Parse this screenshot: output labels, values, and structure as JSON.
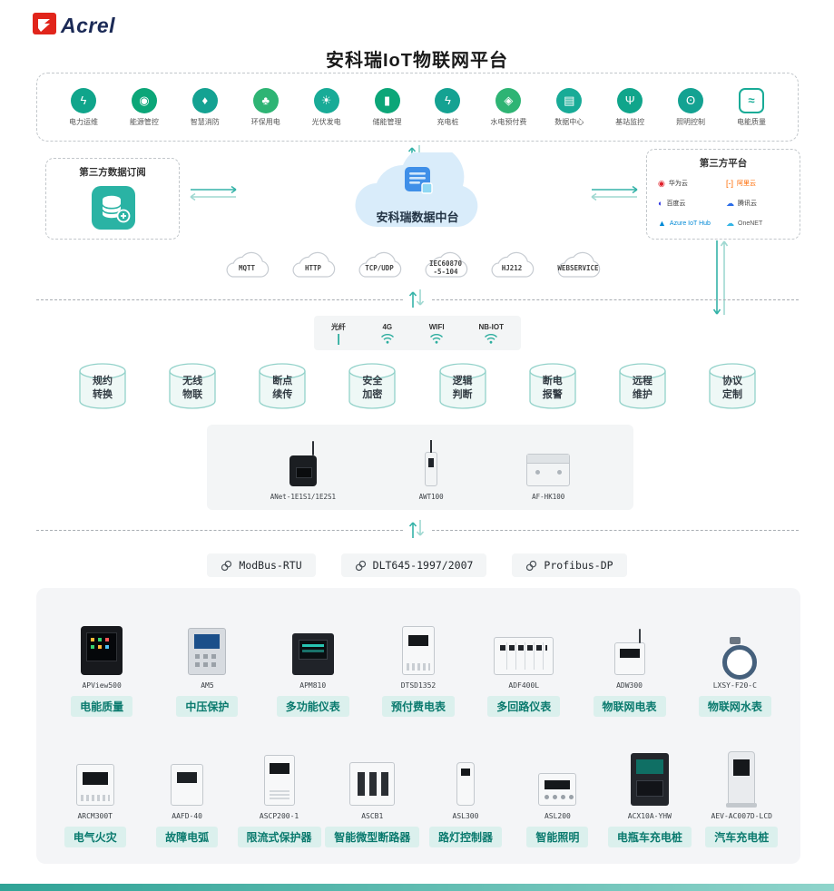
{
  "logo": {
    "text": "Acrel"
  },
  "title": "安科瑞IoT物联网平台",
  "platform_apps": [
    {
      "label": "电力运维",
      "icon": "power-ops-icon",
      "glyph": "ϟ",
      "color": "#10a58b"
    },
    {
      "label": "能源管控",
      "icon": "energy-management-icon",
      "glyph": "◉",
      "color": "#0ca678"
    },
    {
      "label": "智慧消防",
      "icon": "fire-safety-icon",
      "glyph": "♦",
      "color": "#14a292"
    },
    {
      "label": "环保用电",
      "icon": "eco-power-icon",
      "glyph": "♣",
      "color": "#2eb474"
    },
    {
      "label": "光伏发电",
      "icon": "solar-pv-icon",
      "glyph": "☀",
      "color": "#18ab97"
    },
    {
      "label": "储能管理",
      "icon": "energy-storage-icon",
      "glyph": "▮",
      "color": "#0ca678"
    },
    {
      "label": "充电桩",
      "icon": "ev-charging-icon",
      "glyph": "ϟ",
      "color": "#14a292"
    },
    {
      "label": "水电预付费",
      "icon": "prepay-icon",
      "glyph": "◈",
      "color": "#2eb474"
    },
    {
      "label": "数据中心",
      "icon": "data-center-icon",
      "glyph": "▤",
      "color": "#18ab97"
    },
    {
      "label": "基站监控",
      "icon": "base-station-icon",
      "glyph": "Ψ",
      "color": "#10a58b"
    },
    {
      "label": "照明控制",
      "icon": "lighting-control-icon",
      "glyph": "ʘ",
      "color": "#14a292"
    },
    {
      "label": "电能质量",
      "icon": "power-quality-icon",
      "glyph": "≈",
      "color": "#18ab97",
      "shape": "outline"
    }
  ],
  "third_party_subscribe": {
    "title": "第三方数据订阅"
  },
  "data_center_cloud": {
    "label": "安科瑞数据中台"
  },
  "third_party_platform": {
    "title": "第三方平台",
    "providers": [
      {
        "name": "华为云",
        "glyph": "◉",
        "color": "#e0202a",
        "text_color": "#333333"
      },
      {
        "name": "阿里云",
        "glyph": "[-]",
        "color": "#ff6a00",
        "text_color": "#ff6a00"
      },
      {
        "name": "百度云",
        "glyph": "◐",
        "color": "#2932e1",
        "text_color": "#333333"
      },
      {
        "name": "腾讯云",
        "glyph": "☁",
        "color": "#2b6de8",
        "text_color": "#333333"
      },
      {
        "name": "Azure IoT Hub",
        "glyph": "▲",
        "color": "#0089d6",
        "text_color": "#0089d6"
      },
      {
        "name": "OneNET",
        "glyph": "☁",
        "color": "#35b5e5",
        "text_color": "#555555"
      }
    ]
  },
  "protocol_clouds": [
    "MQTT",
    "HTTP",
    "TCP/UDP",
    "IEC60870\n-5-104",
    "HJ212",
    "WEBSERVICE"
  ],
  "connectivity": {
    "items": [
      {
        "label": "光纤",
        "icon": "fiber-icon"
      },
      {
        "label": "4G",
        "icon": "cellular-4g-icon"
      },
      {
        "label": "WIFI",
        "icon": "wifi-icon"
      },
      {
        "label": "NB-IOT",
        "icon": "nb-iot-icon"
      }
    ]
  },
  "capabilities": [
    "规约\n转换",
    "无线\n物联",
    "断点\n续传",
    "安全\n加密",
    "逻辑\n判断",
    "断电\n报警",
    "远程\n维护",
    "协议\n定制"
  ],
  "gateways": [
    {
      "model": "ANet-1E1S1/1E2S1",
      "device": "g-anet"
    },
    {
      "model": "AWT100",
      "device": "g-awt"
    },
    {
      "model": "AF-HK100",
      "device": "g-afhk"
    }
  ],
  "field_protocols": [
    {
      "label": "ModBus-RTU"
    },
    {
      "label": "DLT645-1997/2007"
    },
    {
      "label": "Profibus-DP"
    }
  ],
  "products": {
    "row1": [
      {
        "model": "APView500",
        "label": "电能质量",
        "device": "d-apview"
      },
      {
        "model": "AM5",
        "label": "中压保护",
        "device": "d-am5"
      },
      {
        "model": "APM810",
        "label": "多功能仪表",
        "device": "d-apm"
      },
      {
        "model": "DTSD1352",
        "label": "预付费电表",
        "device": "d-din"
      },
      {
        "model": "ADF400L",
        "label": "多回路仪表",
        "device": "d-strip"
      },
      {
        "model": "ADW300",
        "label": "物联网电表",
        "device": "d-iot"
      },
      {
        "model": "LXSY-F20-C",
        "label": "物联网水表",
        "device": "d-water"
      }
    ],
    "row2": [
      {
        "model": "ARCM300T",
        "label": "电气火灾",
        "device": "d-arcm"
      },
      {
        "model": "AAFD-40",
        "label": "故障电弧",
        "device": "d-aafd"
      },
      {
        "model": "ASCP200-1",
        "label": "限流式保护器",
        "device": "d-ascp"
      },
      {
        "model": "ASCB1",
        "label": "智能微型断路器",
        "device": "d-ascb"
      },
      {
        "model": "ASL300",
        "label": "路灯控制器",
        "device": "d-asl300"
      },
      {
        "model": "ASL200",
        "label": "智能照明",
        "device": "d-asl200"
      },
      {
        "model": "ACX10A-YHW",
        "label": "电瓶车充电桩",
        "device": "d-acx"
      },
      {
        "model": "AEV-AC007D-LCD",
        "label": "汽车充电桩",
        "device": "d-aev"
      }
    ]
  },
  "colors": {
    "accent": "#2fae9f",
    "chip_bg": "#dbf0ed",
    "chip_text": "#0a7a6e",
    "panel_bg": "#f3f5f6"
  }
}
